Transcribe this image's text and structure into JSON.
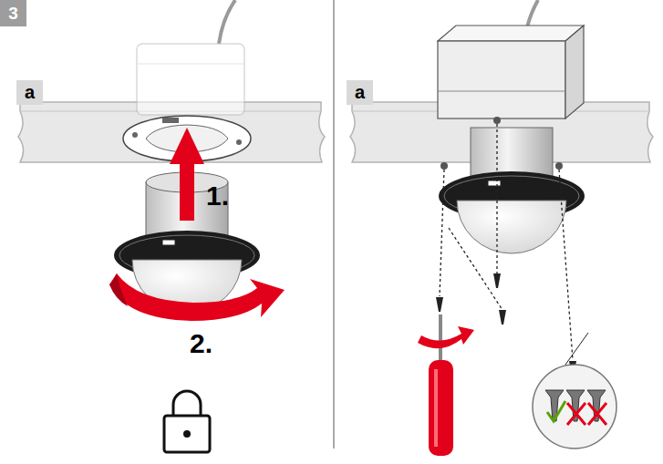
{
  "diagram": {
    "nodes": [
      {
        "text": [
          "3"
        ]
      },
      {
        "text": [
          "a"
        ]
      },
      {
        "text": [
          "a"
        ]
      }
    ],
    "labels": [
      "1.",
      "2."
    ]
  }
}
